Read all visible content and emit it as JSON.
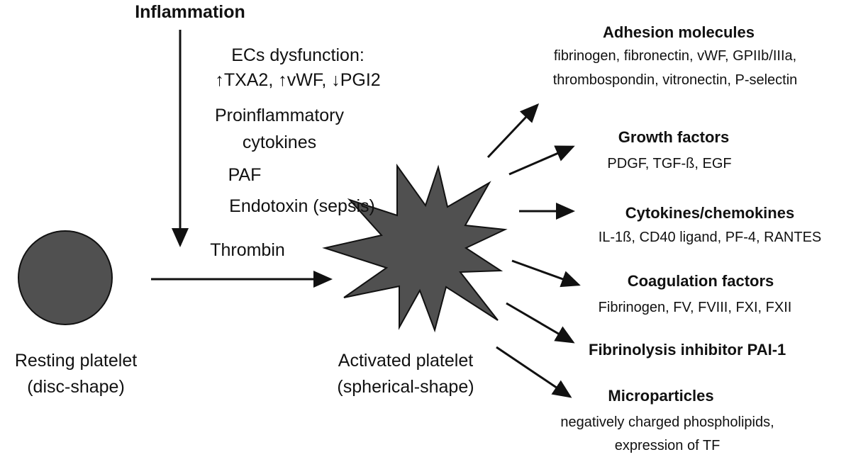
{
  "inflammation": "Inflammation",
  "stimuli": {
    "ecs_title": "ECs dysfunction:",
    "ecs_detail": "↑TXA2, ↑vWF, ↓PGI2",
    "cytokines_line1": "Proinflammatory",
    "cytokines_line2": "cytokines",
    "paf": "PAF",
    "endotoxin": "Endotoxin (sepsis)",
    "thrombin": "Thrombin"
  },
  "resting": {
    "line1": "Resting platelet",
    "line2": "(disc-shape)"
  },
  "activated": {
    "line1": "Activated platelet",
    "line2": "(spherical-shape)"
  },
  "outputs": [
    {
      "title": "Adhesion molecules",
      "lines": [
        "fibrinogen, fibronectin, vWF, GPIIb/IIIa,",
        "thrombospondin, vitronectin, P-selectin"
      ]
    },
    {
      "title": "Growth factors",
      "lines": [
        "PDGF, TGF-ß, EGF"
      ]
    },
    {
      "title": "Cytokines/chemokines",
      "lines": [
        "IL-1ß, CD40 ligand, PF-4, RANTES"
      ]
    },
    {
      "title": "Coagulation factors",
      "lines": [
        "Fibrinogen, FV, FVIII, FXI, FXII"
      ]
    },
    {
      "title": "Fibrinolysis inhibitor PAI-1",
      "lines": []
    },
    {
      "title": "Microparticles",
      "lines": [
        "negatively charged phospholipids,",
        "expression of TF"
      ]
    }
  ],
  "colors": {
    "platelet_fill": "#505050",
    "ink": "#111111"
  }
}
